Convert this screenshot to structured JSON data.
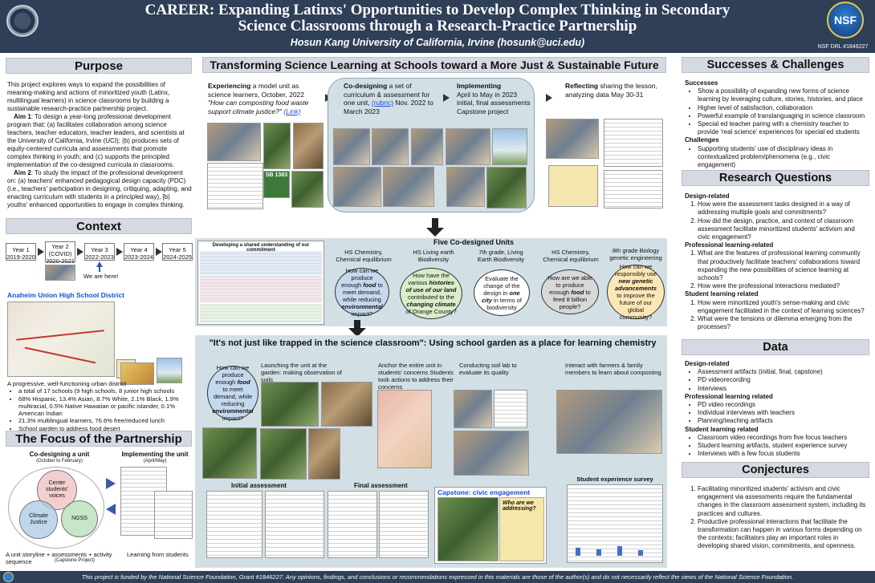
{
  "header": {
    "title_line1": "CAREER: Expanding Latinxs' Opportunities to Develop Complex Thinking in Secondary",
    "title_line2": "Science Classrooms through a Research-Practice Partnership",
    "author": "Hosun Kang  University of California, Irvine (hosunk@uci.edu)",
    "nsf_logo_text": "NSF",
    "nsf_grant": "NSF DRL #1846227"
  },
  "purpose": {
    "heading": "Purpose",
    "intro": "This project explores ways to expand the possibilities of meaning-making and actions of minoritized youth (Latinx, multilingual learners) in science classrooms by building a sustainable research-practice partnership project.",
    "aim1_label": "Aim 1",
    "aim1_text": ": To design a year-long professional development program that: (a) facilitates collaboration among science teachers, teacher educators, teacher leaders, and scientists at the University of California, Irvine (UCI); (b) produces sets of equity-centered curricula and assessments that promote complex thinking in youth; and (c) supports the principled implementation of the co-designed curricula in classrooms.",
    "aim2_label": "Aim 2",
    "aim2_text": ": To study the impact of the professional development on: (a) teachers' enhanced pedagogical design capacity (PDC) (i.e., teachers' participation in designing, critiquing, adapting, and enacting curriculum with students in a principled way), [b) youths' enhanced opportunities to engage in complex thinking."
  },
  "context": {
    "heading": "Context",
    "timeline": [
      {
        "label": "Year 1",
        "years": "2019-2020"
      },
      {
        "label": "Year 2 (COVID)",
        "years": "2020-2021"
      },
      {
        "label": "Year 3",
        "years": "2022-2023"
      },
      {
        "label": "Year 4",
        "years": "2023-2024"
      },
      {
        "label": "Year 5",
        "years": "2024-2025"
      }
    ],
    "we_are_here": "We are here!",
    "district_title": "Anaheim Union High School District",
    "district_intro": "A progressive, well-functioning urban district",
    "district_bullets": [
      "a total of 17 schools (9 high schools, 8 junior high schools",
      "68% Hispanic, 13.4% Asian, 8.7% White, 2.1% Black, 1.9% multiracial, 0.5% Native Hawaiian or pacific islander, 0.1% American Indian",
      "21.3% multilingual learners, 76.6% free/reduced lunch",
      "School garden to address food desert"
    ]
  },
  "focus": {
    "heading": "The Focus of the Partnership",
    "codesign_title": "Co-designing a unit",
    "codesign_sub": "(October to February)",
    "implement_title": "Implementing the unit",
    "implement_sub": "(April/May)",
    "venn": [
      "Center students' voices",
      "Climate Justice",
      "NGSS"
    ],
    "storyline": "A unit storyline + assessments + activity sequence",
    "capstone_note": "(Capstone Project)",
    "learning": "Learning from students"
  },
  "transforming": {
    "heading": "Transforming Science Learning at Schools toward a More Just & Sustainable Future",
    "experiencing_bold": "Experiencing",
    "experiencing_text": " a model unit as science learners, October, 2022",
    "experiencing_question": "\"How can composting food waste support climate justice?\"",
    "experiencing_link": "(Link)",
    "codesign_bold": "Co-designing",
    "codesign_text": " a set of curriculum & assessment for one unit,",
    "codesign_rubric": "(rubric)",
    "codesign_dates": "Nov. 2022 to March 2023",
    "implementing_bold": "Implementing",
    "implementing_text": "April to May in 2023 initial, final assessments Capstone project",
    "reflecting_bold": "Reflecting",
    "reflecting_text": " sharing the lesson, analyzing data May 30-31",
    "sb_badge": "SB 1383",
    "doc_title": "Developing a shared understanding of our commitment"
  },
  "units": {
    "heading": "Five Co-designed Units",
    "items": [
      {
        "label": "HS Chemistry, Chemical equilibrium",
        "q_pre": "How can we produce enough ",
        "q_b1": "food",
        "q_mid": " to meet demand, while reducing ",
        "q_b2": "environmental",
        "q_post": " impact?"
      },
      {
        "label": "HS Living earth Biodiversity",
        "q_pre": "How have the various ",
        "q_b1": "histories of use of our land",
        "q_mid": " contributed to the ",
        "q_b2": "changing climate",
        "q_post": " of Orange County?"
      },
      {
        "label": "7th grade, Living Earth Biodiversity",
        "q_pre": "Evaluate the change of the design in ",
        "q_b1": "one city",
        "q_mid": " in terms of biodiversity",
        "q_b2": "",
        "q_post": ""
      },
      {
        "label": "HS Chemistry, Chemical equilibrium",
        "q_pre": "How are we able to produce enough ",
        "q_b1": "food",
        "q_mid": " to feed 8 billion people?",
        "q_b2": "",
        "q_post": ""
      },
      {
        "label": "8th grade Biology genetic engineering",
        "q_pre": "How can we responsibly use ",
        "q_b1": "new genetic advancements",
        "q_mid": " to improve the future of our global community?",
        "q_b2": "",
        "q_post": ""
      }
    ]
  },
  "garden": {
    "heading": "\"It's not just like trapped in the science classroom\": Using school garden as a place for learning chemistry",
    "question_pre": "How can we produce enough ",
    "question_b1": "food",
    "question_mid": " to meet demand, while reducing ",
    "question_b2": "environmental",
    "question_post": " impact?",
    "steps": [
      "Launching the unit at the garden: making observation of soils",
      "Anchor the entire unit in students' concerns Students took actions to address their concerns",
      "Conducting soil lab to evaluate its quality",
      "Interact with farmers & family members to learn about composting"
    ],
    "initial": "Initial assessment",
    "final": "Final assessment",
    "capstone": "Capstone: civic engagement",
    "capstone_q": "Who are we addressing?",
    "survey": "Student experience survey"
  },
  "successes": {
    "heading": "Successes & Challenges",
    "successes_label": "Successes",
    "successes": [
      "Show a possibility of expanding new forms of science learning by leveraging culture, stories, histories, and place",
      "Higher level of satisfaction, collaboration",
      "Powerful example of translanguaging in science classroom",
      "Special ed teacher paring with a chemistry teacher to provide 'real science' experiences for special ed students"
    ],
    "challenges_label": "Challenges",
    "challenges": [
      "Supporting students' use of disciplinary ideas in contextualized problem/phenomena (e.g., civic engagement)"
    ]
  },
  "rq": {
    "heading": "Research Questions",
    "design_label": "Design-related",
    "design": [
      "How were the assessment tasks designed in a way of addressing multiple goals and commitments?",
      "How did the design, practice, and context of classroom assessment facilitate minoritized students' activism and civic engagement?"
    ],
    "prof_label": "Professional learning-related",
    "prof": [
      "What are the features of professional learning community that productively facilitate teachers' collaborations toward expanding the new possibilities of science learning at schools?",
      "How were the professional interactions mediated?"
    ],
    "student_label": "Student learning related",
    "student": [
      "How were minoritized youth's sense-making and civic engagement facilitated in the context of learning sciences?",
      "What were the tensions or dilemma emerging from the processes?"
    ]
  },
  "data_sec": {
    "heading": "Data",
    "design_label": "Design-related",
    "design": [
      "Assessment artifacts (initial, final, capstone)",
      "PD videorecording",
      "Interviews"
    ],
    "prof_label": "Professional learning related",
    "prof": [
      "PD video recordings",
      "Individual interviews with teachers",
      "Planning/teaching artifacts"
    ],
    "student_label": "Student learning related",
    "student": [
      "Classroom video recordings from five focus teachers",
      "Student learning artifacts, student experience survey",
      "Interviews with a few focus students"
    ]
  },
  "conjectures": {
    "heading": "Conjectures",
    "items": [
      "Facilitating minoritized students' activism and civic engagement via assessments require the fundamental changes in the classroom assessment system, including its practices and cultures.",
      "Productive professional interactions that facilitate the transformation can happen in various forms depending on the contexts; facilitators play an important roles in developing shared vision, commitments, and openness."
    ]
  },
  "footer": {
    "text": "This project is funded by the National Science Foundation, Grant #1846227. Any opinions, findings, and conclusions or recommendations expressed in this materials are those of the author(s) and do not necessarily reflect the views of the National Science Foundation."
  },
  "colors": {
    "header_bg": "#2e3f57",
    "section_bar": "#d5d9e2",
    "panel_bg": "#d2e0e6",
    "link": "#1a4fd1"
  }
}
